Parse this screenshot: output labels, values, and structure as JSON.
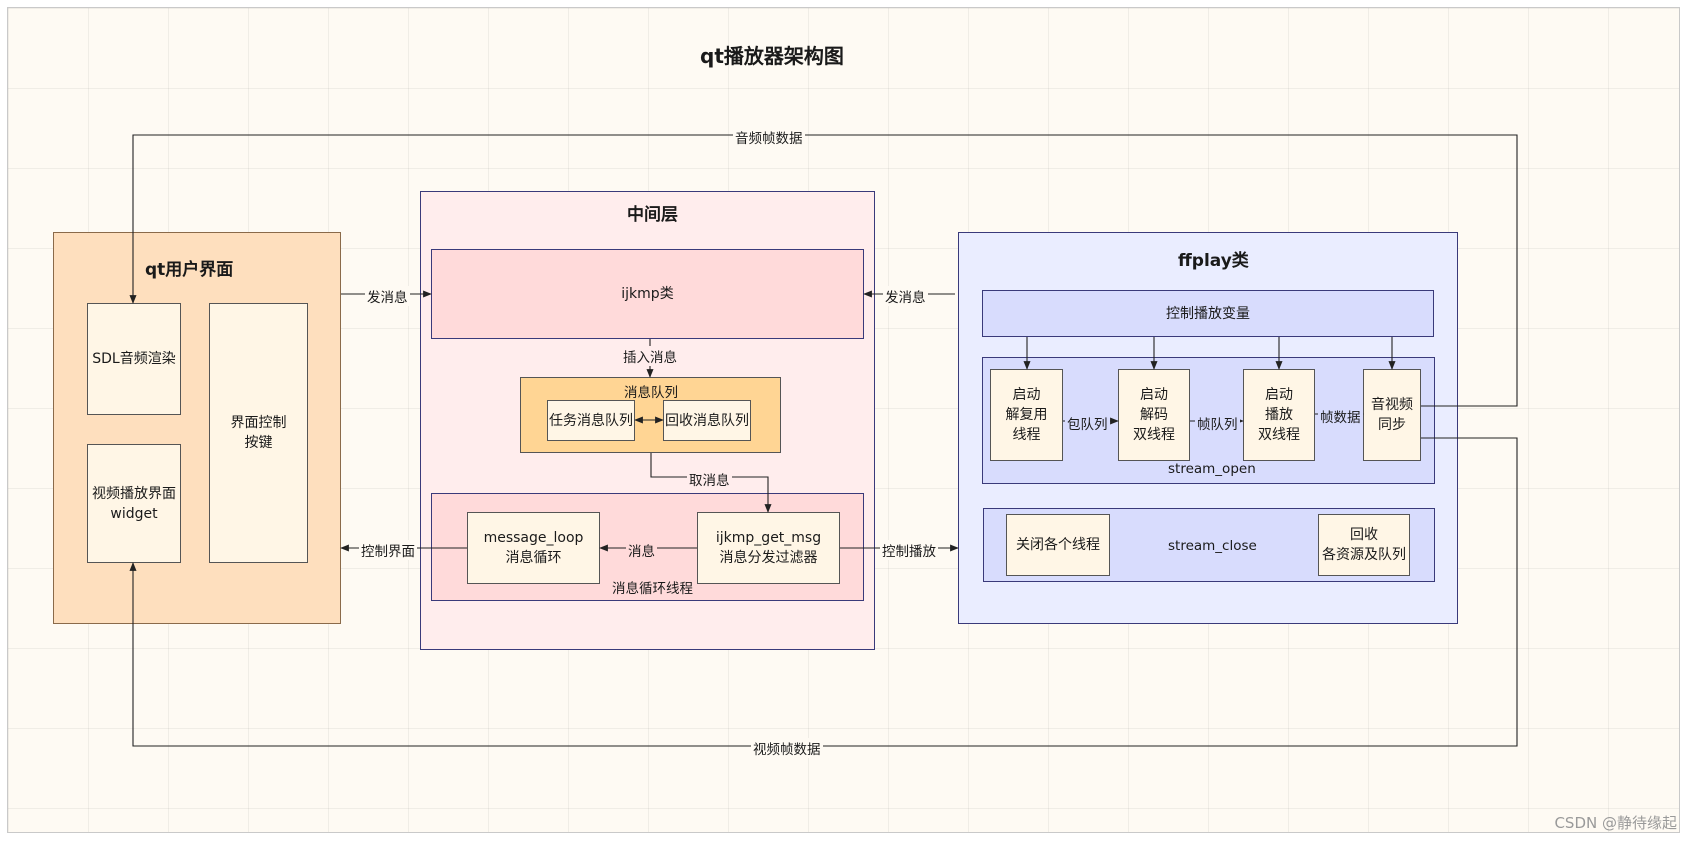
{
  "diagram": {
    "title": "qt播放器架构图",
    "qt_ui": {
      "title": "qt用户界面",
      "sdl_audio": "SDL音频渲染",
      "video_widget_line1": "视频播放界面",
      "video_widget_line2": "widget",
      "control_line1": "界面控制",
      "control_line2": "按键"
    },
    "middle": {
      "title": "中间层",
      "ijkmp": "ijkmp类",
      "queue_title": "消息队列",
      "task_queue": "任务消息队列",
      "recycle_queue": "回收消息队列",
      "loop_thread_label": "消息循环线程",
      "msg_loop_line1": "message_loop",
      "msg_loop_line2": "消息循环",
      "get_msg_line1": "ijkmp_get_msg",
      "get_msg_line2": "消息分发过滤器"
    },
    "ffplay": {
      "title": "ffplay类",
      "control_vars": "控制播放变量",
      "stream_open": "stream_open",
      "demux": [
        "启动",
        "解复用",
        "线程"
      ],
      "decode": [
        "启动",
        "解码",
        "双线程"
      ],
      "play": [
        "启动",
        "播放",
        "双线程"
      ],
      "sync": [
        "音视频",
        "同步"
      ],
      "stream_close": "stream_close",
      "close_threads": "关闭各个线程",
      "recycle": [
        "回收",
        "各资源及队列"
      ]
    },
    "edges": {
      "audio_frame": "音频帧数据",
      "video_frame": "视频帧数据",
      "send_msg_left": "发消息",
      "send_msg_right": "发消息",
      "insert_msg": "插入消息",
      "take_msg": "取消息",
      "msg": "消息",
      "control_ui": "控制界面",
      "control_play": "控制播放",
      "packet_queue": "包队列",
      "frame_queue": "帧队列",
      "frame_data": "帧数据"
    },
    "colors": {
      "qt_bg": "#fedfbe",
      "middle_bg": "#ffeded",
      "ijkmp_bg": "#ffdada",
      "queue_bg": "#ffd594",
      "ffplay_bg": "#eaedff",
      "ffplay_inner_bg": "#d8dcfd",
      "node_bg": "#fff6e6"
    }
  },
  "watermark": "CSDN @静待缘起"
}
